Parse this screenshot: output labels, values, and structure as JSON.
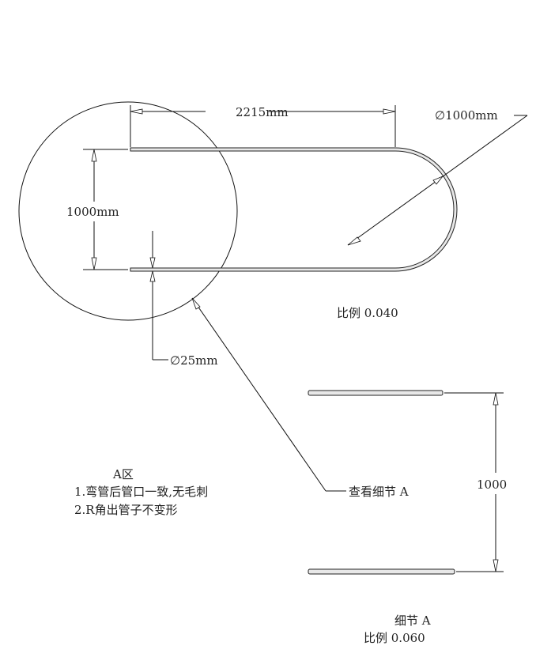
{
  "main_view": {
    "length_dim": "2215mm",
    "bend_diameter_dim": "∅1000mm",
    "spacing_dim": "1000mm",
    "pipe_diameter_dim": "∅25mm",
    "scale_label": "比例 0.040"
  },
  "callout": {
    "label": "查看细节 A"
  },
  "notes": {
    "title": "A区",
    "lines": [
      "1.弯管后管口一致,无毛刺",
      "2.R角出管子不变形"
    ]
  },
  "detail_view": {
    "spacing_dim": "1000",
    "title": "细节 A",
    "scale_label": "比例 0.060"
  }
}
